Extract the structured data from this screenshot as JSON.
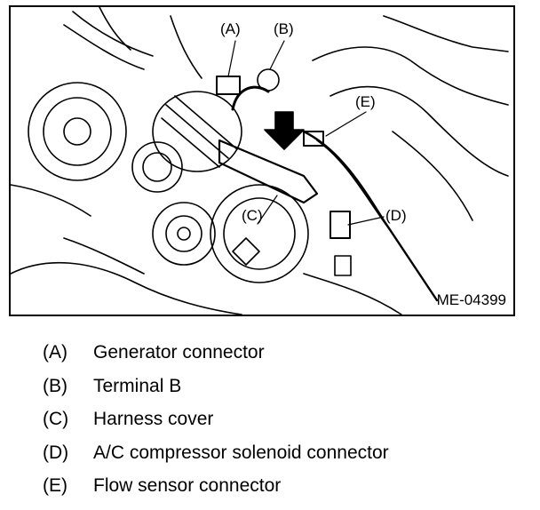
{
  "figure": {
    "code": "ME-04399",
    "callouts": {
      "a": "(A)",
      "b": "(B)",
      "c": "(C)",
      "d": "(D)",
      "e": "(E)"
    }
  },
  "legend": [
    {
      "key": "(A)",
      "text": "Generator connector"
    },
    {
      "key": "(B)",
      "text": "Terminal B"
    },
    {
      "key": "(C)",
      "text": "Harness cover"
    },
    {
      "key": "(D)",
      "text": "A/C compressor solenoid connector"
    },
    {
      "key": "(E)",
      "text": "Flow sensor connector"
    }
  ]
}
